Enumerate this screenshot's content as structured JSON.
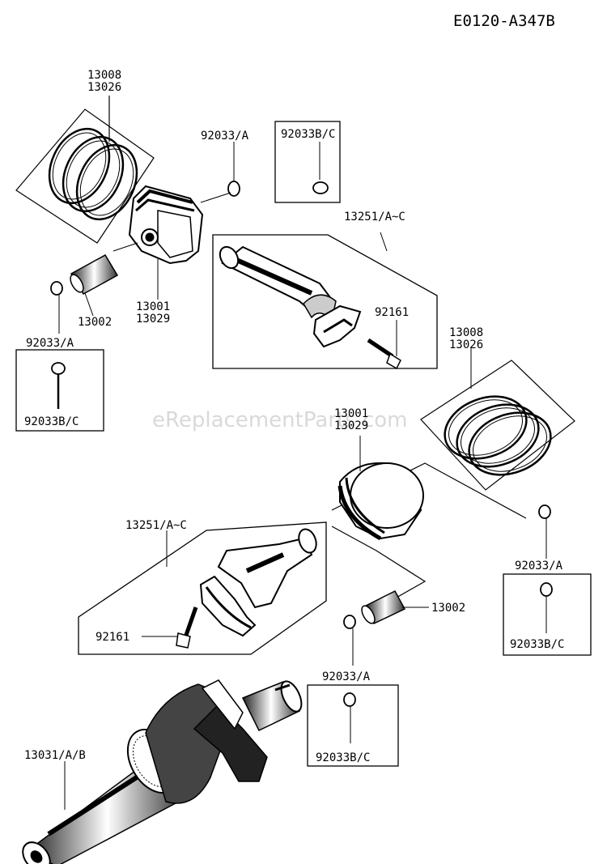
{
  "diagram_id": "E0120-A347B",
  "watermark": "eReplacementParts.com",
  "labels": {
    "rings_top_a": "13008",
    "rings_top_b": "13026",
    "clip_top": "92033/A",
    "clip_box_top": "92033B/C",
    "rod_top": "13251/A~C",
    "bolt_top": "92161",
    "pin_left": "13002",
    "piston_top_a": "13001",
    "piston_top_b": "13029",
    "clip_left": "92033/A",
    "clip_box_left": "92033B/C",
    "rings_right_a": "13008",
    "rings_right_b": "13026",
    "piston_right_a": "13001",
    "piston_right_b": "13029",
    "rod_bottom": "13251/A~C",
    "clip_right": "92033/A",
    "clip_box_right": "92033B/C",
    "pin_right": "13002",
    "bolt_bottom": "92161",
    "clip_bottom": "92033/A",
    "clip_box_bottom": "92033B/C",
    "crankshaft": "13031/A/B"
  }
}
